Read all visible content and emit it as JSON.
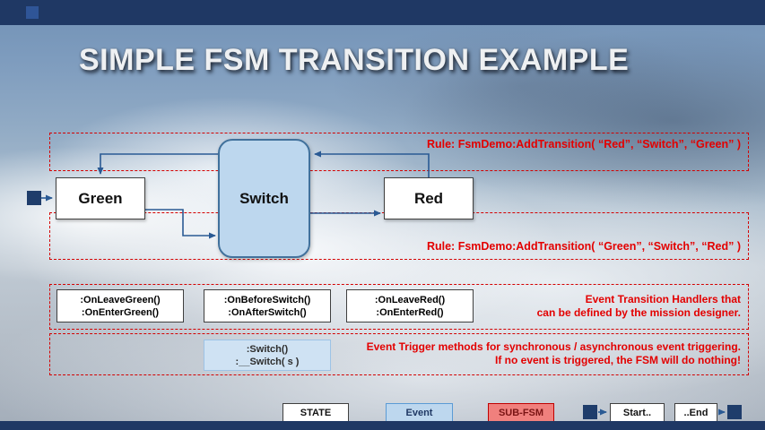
{
  "title": "SIMPLE FSM TRANSITION EXAMPLE",
  "rules": {
    "top": "Rule: FsmDemo:AddTransition( “Red”, “Switch”, “Green” )",
    "bottom": "Rule: FsmDemo:AddTransition( “Green”, “Switch”, “Red” )"
  },
  "states": {
    "green": "Green",
    "switch": "Switch",
    "red": "Red"
  },
  "handlers": {
    "green_line1": ":OnLeaveGreen()",
    "green_line2": ":OnEnterGreen()",
    "switch_line1": ":OnBeforeSwitch()",
    "switch_line2": ":OnAfterSwitch()",
    "red_line1": ":OnLeaveRed()",
    "red_line2": ":OnEnterRed()",
    "note1": "Event Transition Handlers that",
    "note2": "can be defined by the mission designer."
  },
  "triggers": {
    "line1": ":Switch()",
    "line2": ":__Switch( s )",
    "note1": "Event Trigger methods for synchronous / asynchronous  event triggering.",
    "note2": "If no event is triggered, the FSM will do nothing!"
  },
  "legend": {
    "state": "STATE",
    "event": "Event",
    "subfsm": "SUB-FSM",
    "start": "Start..",
    "end": "..End"
  },
  "colors": {
    "navy_bar": "#1f3864",
    "switch_fill": "#bdd7ee",
    "switch_border": "#41719c",
    "rule_red": "#e30000",
    "subfsm_fill": "#f0807d",
    "arrow": "#2a5a94"
  }
}
